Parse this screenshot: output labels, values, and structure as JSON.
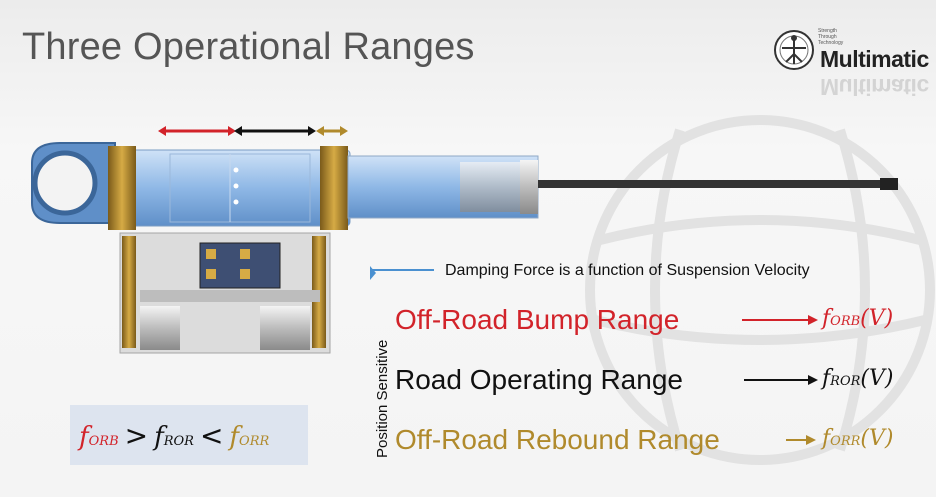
{
  "slide": {
    "title": "Three Operational Ranges",
    "logo": {
      "name": "Multimatic",
      "tagline": [
        "Strength",
        "Through",
        "Technology"
      ]
    },
    "note": "Damping Force is a function of Suspension Velocity",
    "axis_label": "Position Sensitive",
    "ranges": [
      {
        "label": "Off-Road Bump Range",
        "func_base": "f",
        "func_sub": "ORB",
        "func_arg": "(V)",
        "color": "#d2232a"
      },
      {
        "label": "Road Operating Range",
        "func_base": "f",
        "func_sub": "ROR",
        "func_arg": "(V)",
        "color": "#111111"
      },
      {
        "label": "Off-Road Rebound Range",
        "func_base": "f",
        "func_sub": "ORR",
        "func_arg": "(V)",
        "color": "#b08a2c"
      }
    ],
    "inequality": {
      "left": {
        "base": "f",
        "sub": "ORB"
      },
      "op1": ">",
      "mid": {
        "base": "f",
        "sub": "ROR"
      },
      "op2": "<",
      "right": {
        "base": "f",
        "sub": "ORR"
      }
    }
  },
  "colors": {
    "bump": "#d2232a",
    "road": "#111111",
    "rebound": "#b08a2c",
    "cylinder": "#8fb8e6"
  },
  "icons": [
    "globe-watermark-icon",
    "multimatic-logo-icon",
    "shock-absorber-illustration",
    "arrow-right-icon"
  ]
}
